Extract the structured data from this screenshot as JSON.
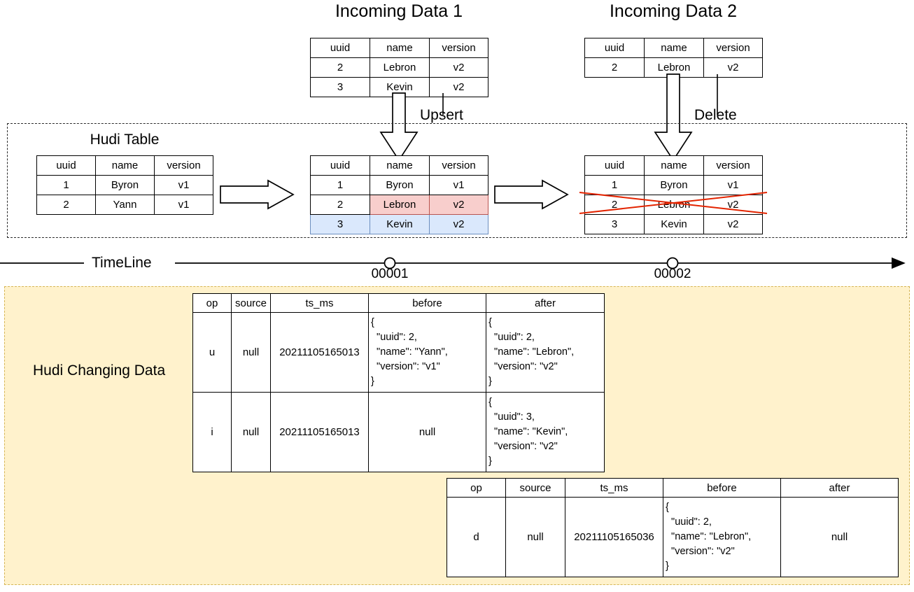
{
  "diagram": {
    "title_incoming_1": "Incoming Data 1",
    "title_incoming_2": "Incoming Data 2",
    "hudi_table_title": "Hudi Table",
    "upsert_label": "Upsert",
    "delete_label": "Delete",
    "timeline_label": "TimeLine",
    "changing_data_label": "Hudi Changing Data",
    "timeline_ticks": [
      "00001",
      "00002"
    ],
    "colors": {
      "updated_row_fill": "#f8cecc",
      "updated_row_stroke": "#b85450",
      "inserted_row_fill": "#dae8fc",
      "inserted_row_stroke": "#6c8ebf",
      "deleted_cross": "#e32400",
      "panel_fill": "#fff2cc",
      "panel_stroke": "#d6b656",
      "container_stroke": "#2b2b2b"
    }
  },
  "record_table_headers": [
    "uuid",
    "name",
    "version"
  ],
  "incoming_1": {
    "headers": [
      "uuid",
      "name",
      "version"
    ],
    "rows": [
      [
        "2",
        "Lebron",
        "v2"
      ],
      [
        "3",
        "Kevin",
        "v2"
      ]
    ]
  },
  "incoming_2": {
    "headers": [
      "uuid",
      "name",
      "version"
    ],
    "rows": [
      [
        "2",
        "Lebron",
        "v2"
      ]
    ]
  },
  "hudi_before": {
    "headers": [
      "uuid",
      "name",
      "version"
    ],
    "rows": [
      [
        "1",
        "Byron",
        "v1"
      ],
      [
        "2",
        "Yann",
        "v1"
      ]
    ]
  },
  "hudi_after_upsert": {
    "headers": [
      "uuid",
      "name",
      "version"
    ],
    "rows": [
      [
        "1",
        "Byron",
        "v1"
      ],
      [
        "2",
        "Lebron",
        "v2"
      ],
      [
        "3",
        "Kevin",
        "v2"
      ]
    ]
  },
  "hudi_after_delete": {
    "headers": [
      "uuid",
      "name",
      "version"
    ],
    "rows": [
      [
        "1",
        "Byron",
        "v1"
      ],
      [
        "2",
        "Lebron",
        "v2"
      ],
      [
        "3",
        "Kevin",
        "v2"
      ]
    ]
  },
  "cdc_table_1": {
    "headers": [
      "op",
      "source",
      "ts_ms",
      "before",
      "after"
    ],
    "rows": [
      {
        "op": "u",
        "source": "null",
        "ts_ms": "20211105165013",
        "before": "{\n  \"uuid\": 2,\n  \"name\": \"Yann\",\n  \"version\": \"v1\"\n}",
        "after": "{\n  \"uuid\": 2,\n  \"name\": \"Lebron\",\n  \"version\": \"v2\"\n}"
      },
      {
        "op": "i",
        "source": "null",
        "ts_ms": "20211105165013",
        "before": "null",
        "after": "{\n  \"uuid\": 3,\n  \"name\": \"Kevin\",\n  \"version\": \"v2\"\n}"
      }
    ]
  },
  "cdc_table_2": {
    "headers": [
      "op",
      "source",
      "ts_ms",
      "before",
      "after"
    ],
    "rows": [
      {
        "op": "d",
        "source": "null",
        "ts_ms": "20211105165036",
        "before": "{\n  \"uuid\": 2,\n  \"name\": \"Lebron\",\n  \"version\": \"v2\"\n}",
        "after": "null"
      }
    ]
  }
}
